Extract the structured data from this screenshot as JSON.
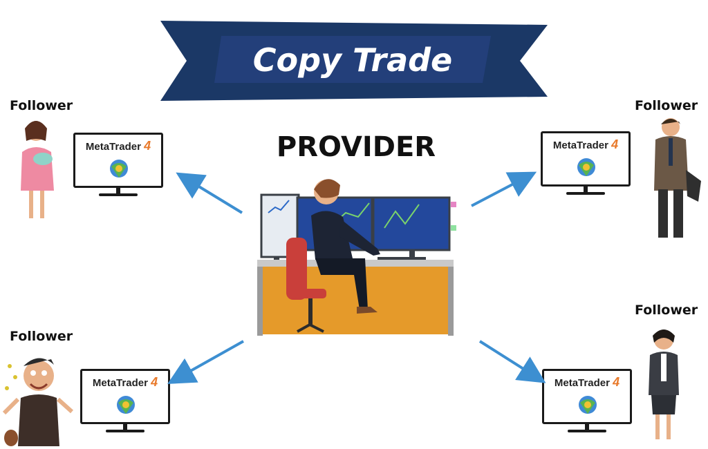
{
  "banner": {
    "title": "Copy Trade"
  },
  "provider": {
    "label": "PROVIDER"
  },
  "platform": {
    "name": "MetaTrader",
    "version": "4"
  },
  "followers": [
    {
      "label": "Follower"
    },
    {
      "label": "Follower"
    },
    {
      "label": "Follower"
    },
    {
      "label": "Follower"
    }
  ],
  "colors": {
    "banner": "#1b3866",
    "arrow": "#3d8fd1",
    "desk": "#e59a2a",
    "chair": "#c93f3a",
    "screen": "#23489c"
  }
}
